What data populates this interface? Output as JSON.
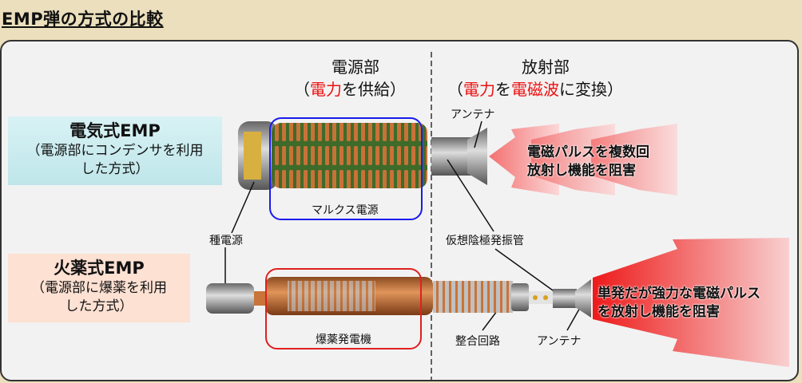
{
  "title": "EMP弾の方式の比較",
  "headers": {
    "power": {
      "title": "電源部",
      "sub_open": "（",
      "sub_red": "電力",
      "sub_rest": "を供給）"
    },
    "radiation": {
      "title": "放射部",
      "sub_open": "（",
      "sub_red1": "電力",
      "sub_mid": "を",
      "sub_red2": "電磁波",
      "sub_rest": "に変換）"
    }
  },
  "electric": {
    "name": "電気式EMP",
    "desc_line1": "（電源部にコンデンサを利用",
    "desc_line2": "した方式）",
    "power_label": "マルクス電源",
    "antenna_label": "アンテナ",
    "effect_line1": "電磁パルスを複数回",
    "effect_line2": "放射し機能を阻害"
  },
  "explosive": {
    "name": "火薬式EMP",
    "desc_line1": "（電源部に爆薬を利用",
    "desc_line2": "した方式）",
    "power_label": "爆薬発電機",
    "matching_label": "整合回路",
    "antenna_label": "アンテナ",
    "effect_line1": "単発だが強力な電磁パルス",
    "effect_line2": "を放射し機能を阻害"
  },
  "shared_labels": {
    "seed_power": "種電源",
    "vircator": "仮想陰極発振管"
  },
  "colors": {
    "accent_red": "#ee1111",
    "electric_box": "#cdeef2",
    "explosive_box": "#fde1d3",
    "blue_frame": "#1a1aee",
    "red_frame": "#e02020"
  }
}
